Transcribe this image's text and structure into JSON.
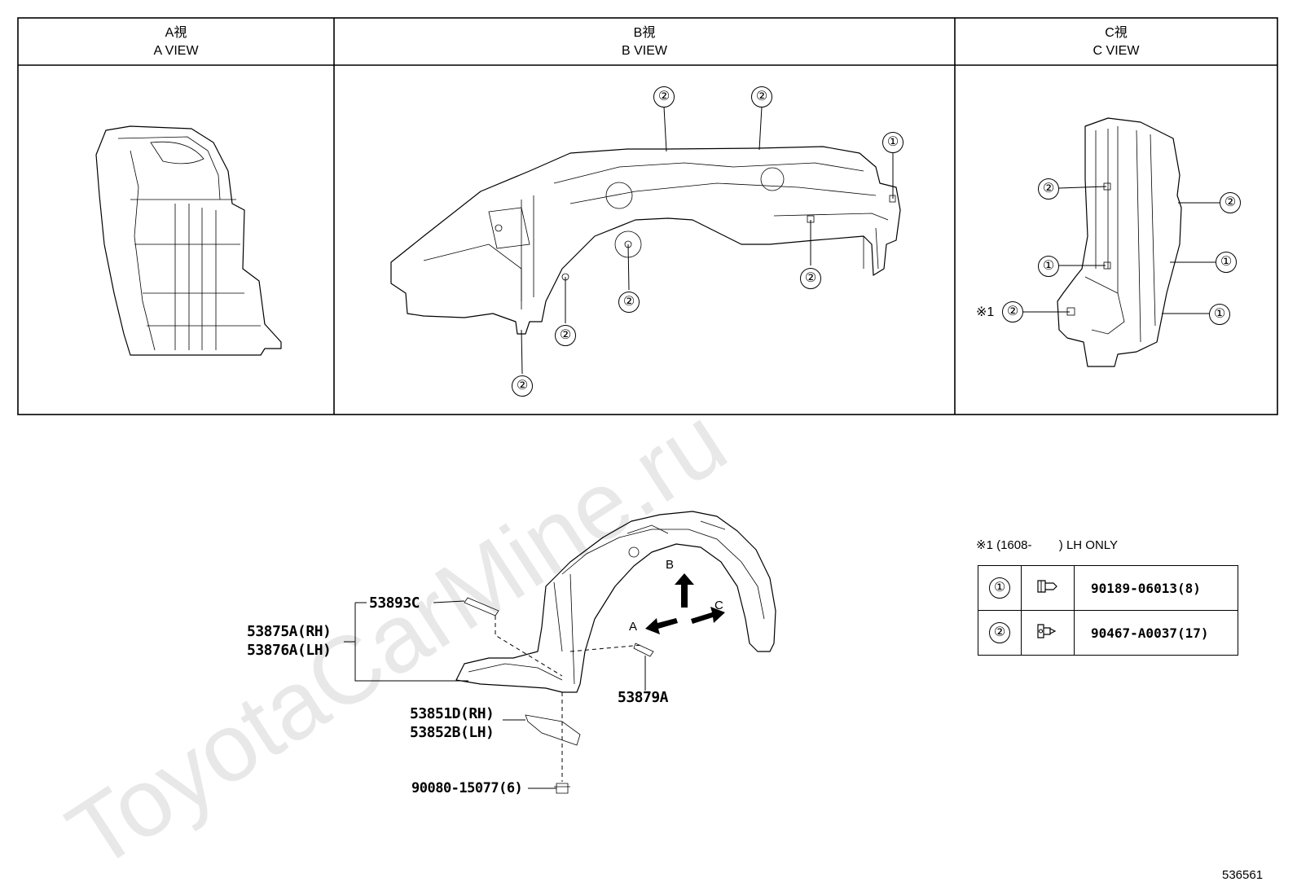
{
  "views": [
    {
      "ja": "A視",
      "en": "A VIEW"
    },
    {
      "ja": "B視",
      "en": "B VIEW"
    },
    {
      "ja": "C視",
      "en": "C VIEW"
    }
  ],
  "callouts": {
    "one": "①",
    "two": "②"
  },
  "c_view_note": "※1",
  "parts": {
    "p53893C": "53893C",
    "p53875A": "53875A(RH)",
    "p53876A": "53876A(LH)",
    "p53879A": "53879A",
    "p53851D": "53851D(RH)",
    "p53852B": "53852B(LH)",
    "p90080": "90080-15077(6)"
  },
  "arrows": {
    "a": "A",
    "b": "B",
    "c": "C"
  },
  "legend": {
    "note": "※1 (1608-        ) LH ONLY",
    "rows": [
      {
        "key": "①",
        "part": "90189-06013(8)"
      },
      {
        "key": "②",
        "part": "90467-A0037(17)"
      }
    ]
  },
  "watermark": "ToyotaCarMine.ru",
  "diagram_id": "536561"
}
